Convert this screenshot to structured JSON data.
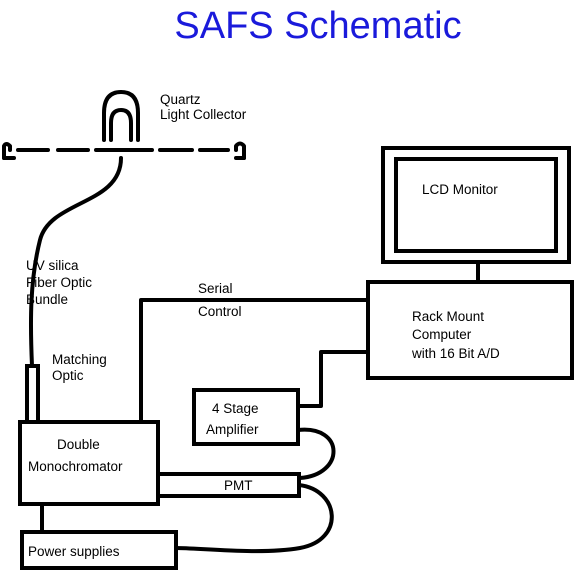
{
  "title": "SAFS Schematic",
  "colors": {
    "title": "#1a1adb",
    "line": "#000000",
    "background": "#ffffff"
  },
  "labels": {
    "collector": [
      "Quartz",
      "Light Collector"
    ],
    "fiber": [
      "UV silica",
      "Fiber Optic",
      "Bundle"
    ],
    "matching": [
      "Matching",
      "Optic"
    ],
    "serial": [
      "Serial",
      "Control"
    ],
    "monitor": "LCD Monitor",
    "computer": [
      "Rack Mount",
      "Computer",
      "with 16 Bit A/D"
    ],
    "amplifier": [
      "4 Stage",
      "Amplifier"
    ],
    "monochromator": [
      "Double",
      "Monochromator"
    ],
    "pmt": "PMT",
    "power": "Power supplies"
  }
}
